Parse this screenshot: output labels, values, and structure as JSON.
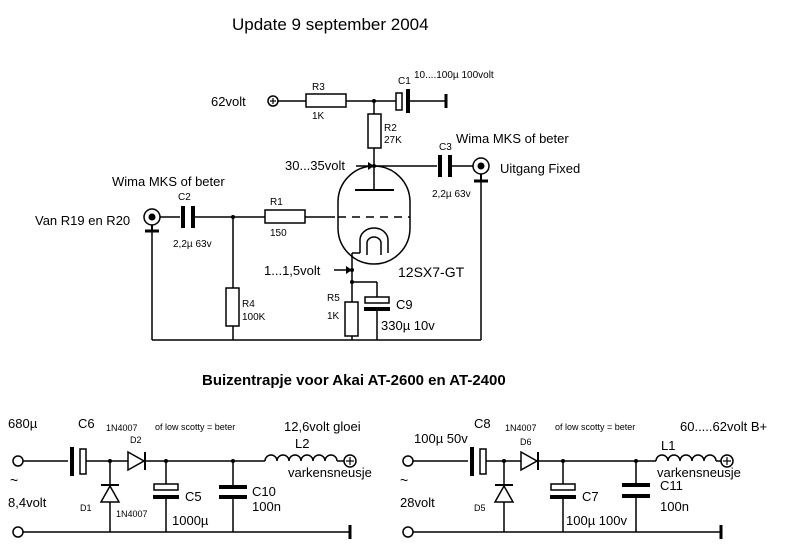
{
  "title": "Update 9  september 2004",
  "subtitle": "Buizentrapje voor Akai AT-2600 en AT-2400",
  "amp": {
    "supply_label": "62volt",
    "r3": {
      "name": "R3",
      "value": "1K"
    },
    "c1": {
      "name": "C1",
      "value": "10....100µ 100volt"
    },
    "r2": {
      "name": "R2",
      "value": "27K"
    },
    "c3": {
      "name": "C3",
      "note": "Wima MKS of beter",
      "value": "2,2µ 63v"
    },
    "anode_voltage": "30...35volt",
    "output_label": "Uitgang Fixed",
    "input_note": "Wima MKS of beter",
    "input_label": "Van R19 en R20",
    "c2": {
      "name": "C2",
      "value": "2,2µ 63v"
    },
    "r1": {
      "name": "R1",
      "value": "150"
    },
    "tube": "12SX7-GT",
    "cathode_voltage": "1...1,5volt",
    "r4": {
      "name": "R4",
      "value": "100K"
    },
    "r5": {
      "name": "R5",
      "value": "1K"
    },
    "c9": {
      "name": "C9",
      "value": "330µ 10v"
    }
  },
  "psu_left": {
    "c6_value": "680µ",
    "c6_name": "C6",
    "d2_type": "1N4007",
    "d2_name": "D2",
    "scotty_note": "of low scotty = beter",
    "output_label": "12,6volt gloei",
    "l2_name": "L2",
    "l2_note": "varkensneusje",
    "input_symbol": "~",
    "input_voltage": "8,4volt",
    "d1_name": "D1",
    "d1_type": "1N4007",
    "c5_name": "C5",
    "c5_value": "1000µ",
    "c10_name": "C10",
    "c10_value": "100n"
  },
  "psu_right": {
    "c8_value": "100µ 50v",
    "c8_name": "C8",
    "d6_type": "1N4007",
    "d6_name": "D6",
    "scotty_note": "of low scotty = beter",
    "output_label": "60.....62volt B+",
    "l1_name": "L1",
    "l1_note": "varkensneusje",
    "input_symbol": "~",
    "input_voltage": "28volt",
    "d5_name": "D5",
    "c7_name": "C7",
    "c7_value": "100µ 100v",
    "c11_name": "C11",
    "c11_value": "100n"
  }
}
